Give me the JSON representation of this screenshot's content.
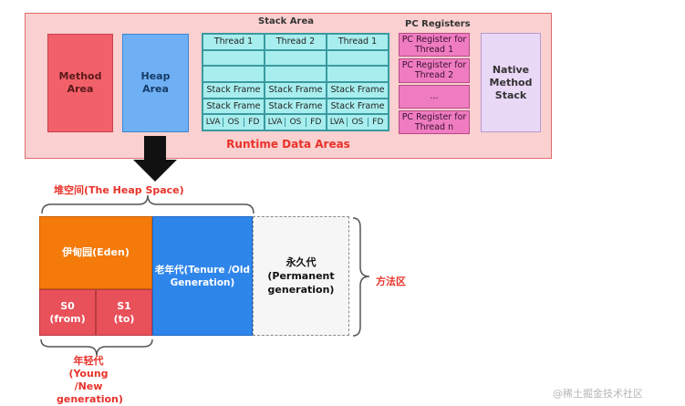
{
  "runtime": {
    "title": "Runtime Data Areas",
    "method_area": "Method\nArea",
    "heap_area": "Heap\nArea",
    "stack_area": {
      "title": "Stack Area",
      "threads": [
        "Thread 1",
        "Thread 2",
        "Thread 1"
      ],
      "frame_label": "Stack Frame",
      "locals": [
        "LVA",
        "OS",
        "FD"
      ]
    },
    "pc_registers": {
      "title": "PC Registers",
      "items": [
        "PC Register for\nThread 1",
        "PC Register for\nThread 2",
        "...",
        "PC Register for\nThread n"
      ]
    },
    "native_stack": "Native\nMethod\nStack"
  },
  "heap_space": {
    "title": "堆空间(The Heap Space)",
    "eden": "伊甸园(Eden)",
    "s0": "S0\n(from)",
    "s1": "S1\n(to)",
    "old": "老年代(Tenure /Old\nGeneration)",
    "permanent": "永久代\n(Permanent\ngeneration)",
    "young_label": "年轻代(Young\n/New\ngeneration)",
    "method_area_label": "方法区"
  },
  "watermark": "@稀土掘金技术社区",
  "colors": {
    "method_area": "#f2606a",
    "heap_area": "#6fb0f5",
    "stack_cells": "#a8eeee",
    "pc_registers": "#ef7cc0",
    "native_stack": "#ead8f7",
    "eden": "#f47a0a",
    "survivor": "#e8505a",
    "old_gen": "#2e86eb",
    "labels_red": "#e8322a"
  }
}
